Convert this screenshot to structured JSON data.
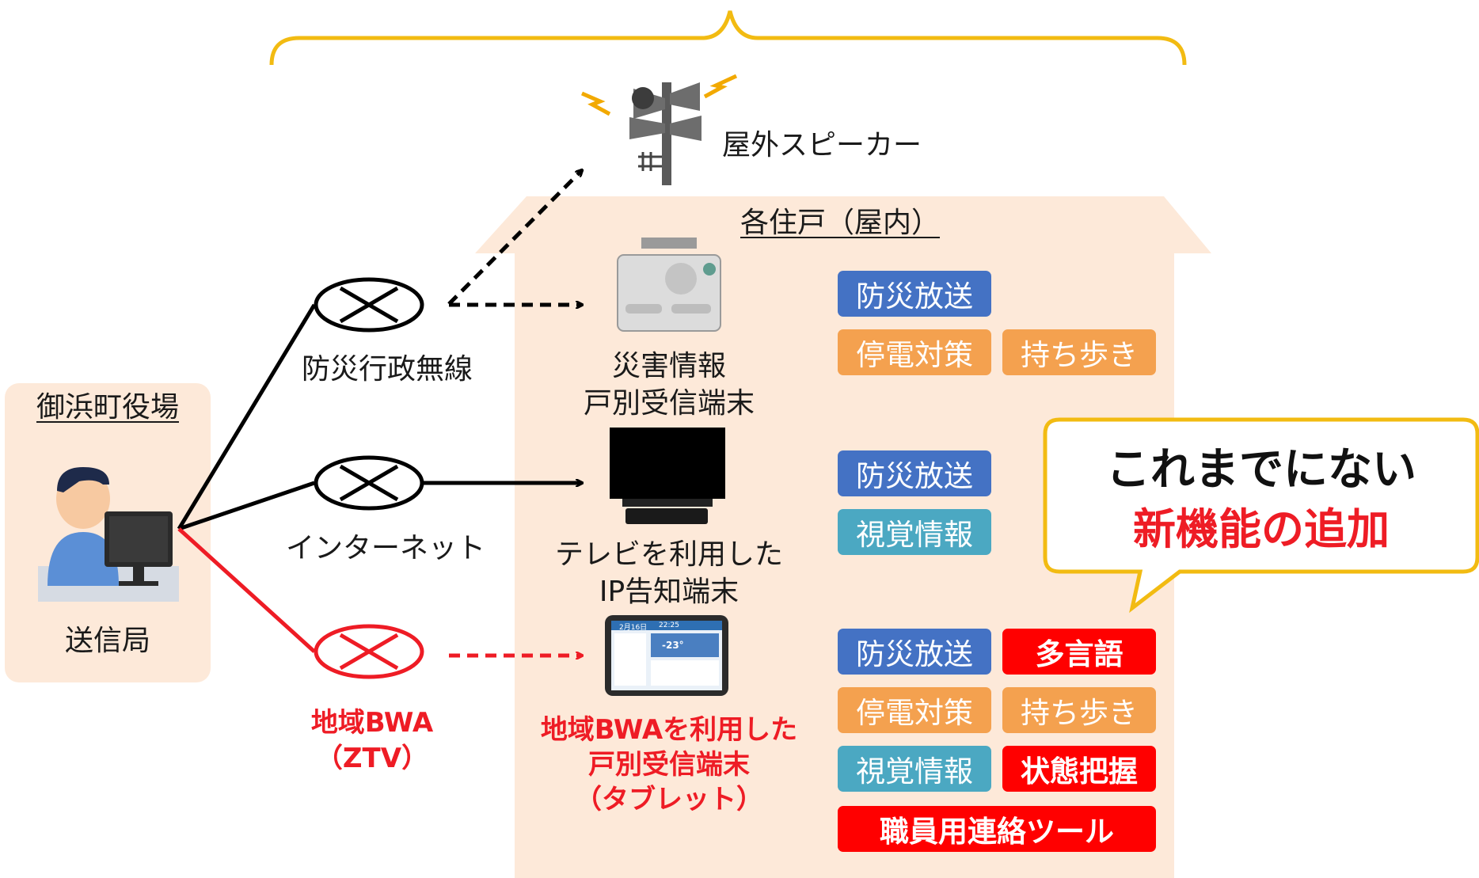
{
  "station": {
    "title": "御浜町役場",
    "label": "送信局"
  },
  "outdoor_speaker_label": "屋外スピーカー",
  "house_title": "各住戸（屋内）",
  "channels": {
    "radio": "防災行政無線",
    "internet": "インターネット",
    "bwa_line1": "地域BWA",
    "bwa_line2": "（ZTV）"
  },
  "devices": {
    "radio_terminal": [
      "災害情報",
      "戸別受信端末"
    ],
    "tv_terminal": [
      "テレビを利用した",
      "IP告知端末"
    ],
    "tablet_terminal": [
      "地域BWAを利用した",
      "戸別受信端末",
      "（タブレット）"
    ],
    "tablet_screen_date": "2月16日",
    "tablet_screen_time": "22:25",
    "tablet_screen_temp": "-23°"
  },
  "features": {
    "radio": [
      "防災放送",
      "停電対策",
      "持ち歩き"
    ],
    "tv": [
      "防災放送",
      "視覚情報"
    ],
    "tablet": [
      "防災放送",
      "多言語",
      "停電対策",
      "持ち歩き",
      "視覚情報",
      "状態把握",
      "職員用連絡ツール"
    ]
  },
  "callout": {
    "line1": "これまでにない",
    "line2": "新機能の追加"
  },
  "colors": {
    "house_fill": "#fde9d9",
    "feature_blue": "#4472c4",
    "feature_orange": "#f4a14f",
    "feature_teal": "#4ba8c2",
    "feature_red": "#ff0000",
    "accent_yellow": "#f2bb12",
    "link_red": "#ee1c25"
  }
}
